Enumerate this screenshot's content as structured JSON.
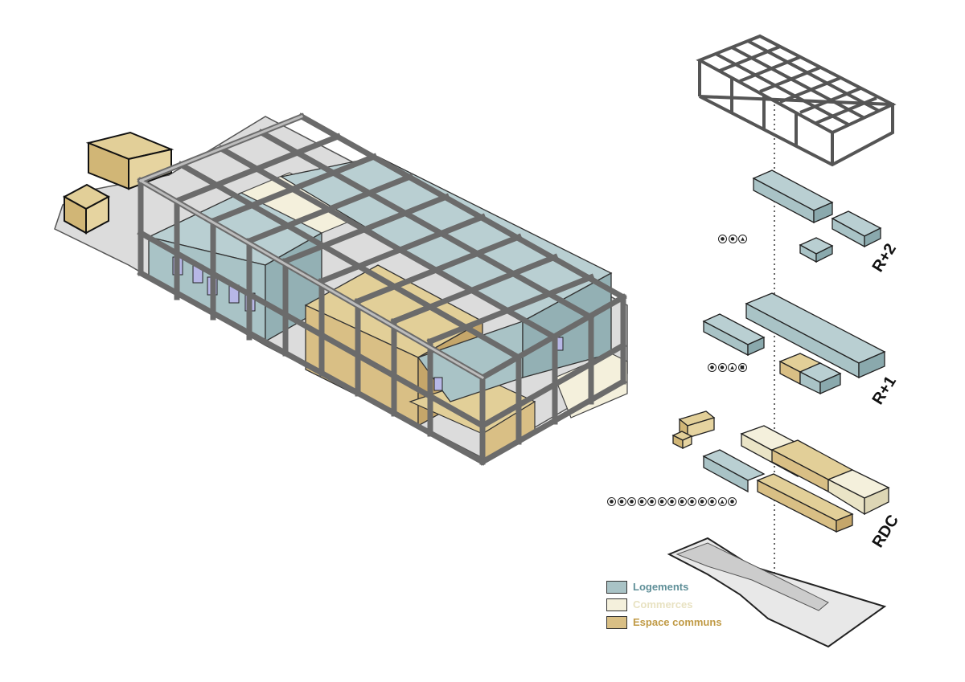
{
  "levels": {
    "r2": "R+2",
    "r1": "R+1",
    "rdc": "RDC"
  },
  "legend": [
    {
      "label": "Logements",
      "color": "#a9c3c6",
      "text_color": "#5f8f98"
    },
    {
      "label": "Commerces",
      "color": "#f4f0dc",
      "text_color": "#e8e2c2"
    },
    {
      "label": "Espace communs",
      "color": "#d9bf85",
      "text_color": "#c09a45"
    }
  ],
  "colors": {
    "logements": "#a9c3c6",
    "logements_dark": "#8aa9ad",
    "commerces": "#f4f0dc",
    "espace_communs": "#d9bf85",
    "espace_dark": "#c5a66a",
    "frame": "#6b6b6b",
    "ground": "#d3d3d3"
  },
  "icons": {
    "r2": [
      "person-icon",
      "restroom-icon",
      "lamp-icon"
    ],
    "r1": [
      "person-icon",
      "restroom-icon",
      "lamp-icon",
      "tv-icon"
    ],
    "rdc": [
      "bicycle-icon",
      "wheelchair-icon",
      "trash-icon",
      "laundry-icon",
      "recycle-icon",
      "food-icon",
      "shop-icon",
      "wifi-icon",
      "garden-icon",
      "tools-icon",
      "person-icon",
      "lamp-icon",
      "restroom-icon"
    ]
  }
}
